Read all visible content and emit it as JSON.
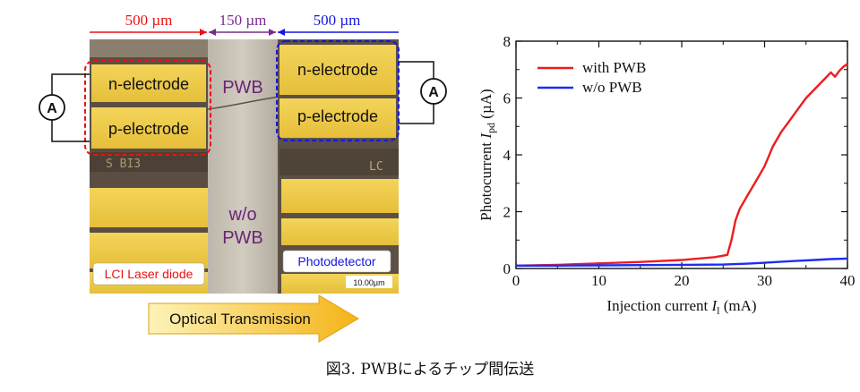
{
  "micrograph": {
    "dim_left": "500 µm",
    "dim_mid": "150 µm",
    "dim_right": "500 µm",
    "n_electrode_left": "n-electrode",
    "p_electrode_left": "p-electrode",
    "n_electrode_right": "n-electrode",
    "p_electrode_right": "p-electrode",
    "pwb_label": "PWB",
    "wo_label_1": "w/o",
    "wo_label_2": "PWB",
    "ammeter_left": "A",
    "ammeter_right": "A",
    "laser_label": "LCI Laser diode",
    "detector_label": "Photodetector",
    "scale_bar": "10.00µm",
    "chip_marking_left": "S BI3",
    "chip_marking_right": "LC",
    "arrow_label": "Optical Transmission"
  },
  "chart_data": {
    "type": "line",
    "xlabel_text": "Injection current ",
    "xlabel_var": "I",
    "xlabel_sub": "l",
    "xlabel_unit": " (mA)",
    "ylabel_text": "Photocurrent ",
    "ylabel_var": "I",
    "ylabel_sub": "pd",
    "ylabel_unit": " (µA)",
    "xlim": [
      0,
      40
    ],
    "ylim": [
      0,
      8
    ],
    "xticks": [
      0,
      10,
      20,
      30,
      40
    ],
    "yticks": [
      0,
      2,
      4,
      6,
      8
    ],
    "legend": "top-left",
    "series": [
      {
        "name": "with PWB",
        "color": "#ee1c1c",
        "x": [
          0,
          5,
          10,
          15,
          20,
          24,
          25.5,
          26,
          26.5,
          27,
          28,
          29,
          30,
          31,
          32,
          33,
          34,
          35,
          36,
          37,
          38,
          38.5,
          39,
          39.5,
          40
        ],
        "y": [
          0.1,
          0.13,
          0.18,
          0.23,
          0.3,
          0.4,
          0.48,
          1.0,
          1.7,
          2.1,
          2.6,
          3.1,
          3.6,
          4.3,
          4.8,
          5.2,
          5.6,
          6.0,
          6.3,
          6.6,
          6.9,
          6.75,
          6.95,
          7.1,
          7.2
        ]
      },
      {
        "name": "w/o PWB",
        "color": "#1c2ef0",
        "x": [
          0,
          5,
          10,
          15,
          20,
          25,
          28,
          30,
          32,
          34,
          36,
          38,
          40
        ],
        "y": [
          0.1,
          0.1,
          0.11,
          0.12,
          0.13,
          0.14,
          0.17,
          0.2,
          0.24,
          0.27,
          0.3,
          0.33,
          0.35
        ]
      }
    ]
  },
  "caption": "図3. PWBによるチップ間伝送"
}
